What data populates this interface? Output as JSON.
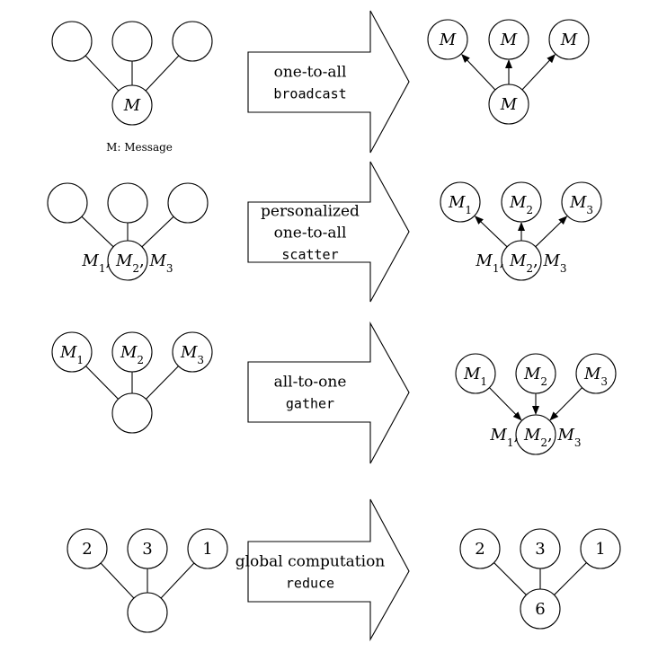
{
  "caption": "M: Message",
  "rows": [
    {
      "id": "broadcast",
      "arrow_lines": [
        {
          "text": "one-to-all",
          "style": "serif"
        },
        {
          "text": "broadcast",
          "style": "mono"
        }
      ],
      "left": {
        "leaves": [
          "",
          "",
          ""
        ],
        "root": "M"
      },
      "right": {
        "leaves": [
          "M",
          "M",
          "M"
        ],
        "root": "M",
        "edges": "up"
      }
    },
    {
      "id": "scatter",
      "arrow_lines": [
        {
          "text": "personalized",
          "style": "serif"
        },
        {
          "text": "one-to-all",
          "style": "serif"
        },
        {
          "text": "scatter",
          "style": "mono"
        }
      ],
      "left": {
        "leaves": [
          "",
          "",
          ""
        ],
        "root": "M1, M2, M3"
      },
      "right": {
        "leaves": [
          "M1",
          "M2",
          "M3"
        ],
        "root": "M1, M2, M3",
        "edges": "up"
      }
    },
    {
      "id": "gather",
      "arrow_lines": [
        {
          "text": "all-to-one",
          "style": "serif"
        },
        {
          "text": "gather",
          "style": "mono"
        }
      ],
      "left": {
        "leaves": [
          "M1",
          "M2",
          "M3"
        ],
        "root": ""
      },
      "right": {
        "leaves": [
          "M1",
          "M2",
          "M3"
        ],
        "root": "M1, M2, M3",
        "edges": "down"
      }
    },
    {
      "id": "reduce",
      "arrow_lines": [
        {
          "text": "global computation",
          "style": "serif"
        },
        {
          "text": "reduce",
          "style": "mono"
        }
      ],
      "left": {
        "leaves": [
          "2",
          "3",
          "1"
        ],
        "root": ""
      },
      "right": {
        "leaves": [
          "2",
          "3",
          "1"
        ],
        "root": "6",
        "edges": "plain"
      }
    }
  ]
}
